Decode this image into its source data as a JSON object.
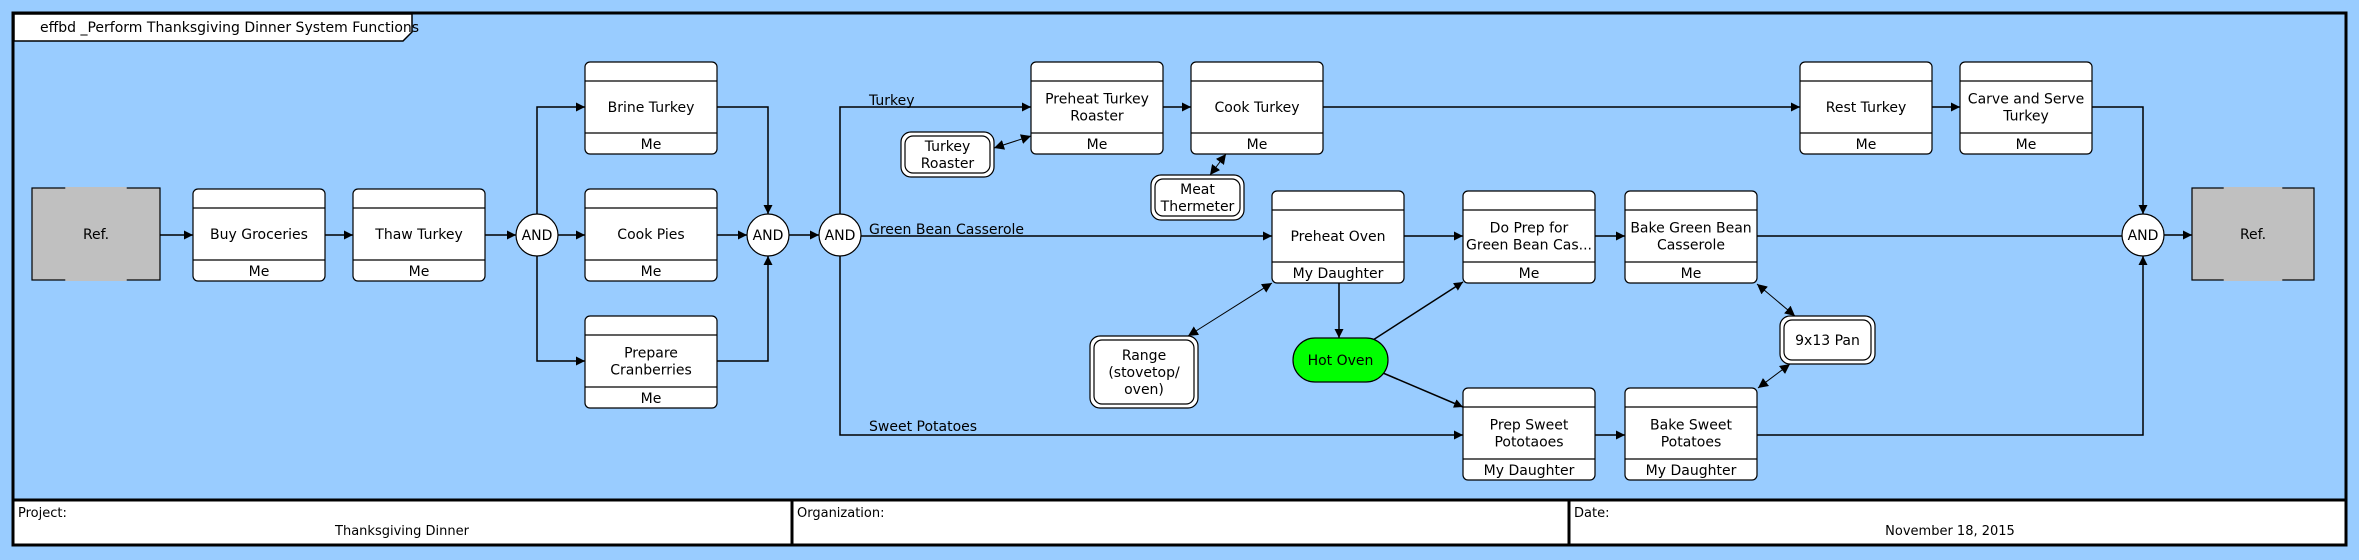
{
  "diagram": {
    "title": "effbd _Perform Thanksgiving Dinner System Functions",
    "background_color": "#99ccff",
    "item_color": "#00ff00",
    "ref_color": "#c0c0c0"
  },
  "refs": [
    {
      "id": "ref-start",
      "label": "Ref."
    },
    {
      "id": "ref-end",
      "label": "Ref."
    }
  ],
  "gates": [
    {
      "id": "and-1",
      "label": "AND"
    },
    {
      "id": "and-2",
      "label": "AND"
    },
    {
      "id": "and-3",
      "label": "AND"
    },
    {
      "id": "and-4",
      "label": "AND"
    }
  ],
  "functions": [
    {
      "id": "buy-groceries",
      "lines": [
        "Buy Groceries"
      ],
      "performer": "Me"
    },
    {
      "id": "thaw-turkey",
      "lines": [
        "Thaw Turkey"
      ],
      "performer": "Me"
    },
    {
      "id": "brine-turkey",
      "lines": [
        "Brine Turkey"
      ],
      "performer": "Me"
    },
    {
      "id": "cook-pies",
      "lines": [
        "Cook Pies"
      ],
      "performer": "Me"
    },
    {
      "id": "prepare-cranberries",
      "lines": [
        "Prepare",
        "Cranberries"
      ],
      "performer": "Me"
    },
    {
      "id": "preheat-turkey-roaster",
      "lines": [
        "Preheat Turkey",
        "Roaster"
      ],
      "performer": "Me"
    },
    {
      "id": "cook-turkey",
      "lines": [
        "Cook Turkey"
      ],
      "performer": "Me"
    },
    {
      "id": "rest-turkey",
      "lines": [
        "Rest Turkey"
      ],
      "performer": "Me"
    },
    {
      "id": "carve-and-serve-turkey",
      "lines": [
        "Carve and Serve",
        "Turkey"
      ],
      "performer": "Me"
    },
    {
      "id": "preheat-oven",
      "lines": [
        "Preheat Oven"
      ],
      "performer": "My Daughter"
    },
    {
      "id": "do-prep-green-bean",
      "lines": [
        "Do Prep for",
        "Green Bean Cas..."
      ],
      "performer": "Me"
    },
    {
      "id": "bake-green-bean-casserole",
      "lines": [
        "Bake Green Bean",
        "Casserole"
      ],
      "performer": "Me"
    },
    {
      "id": "prep-sweet-potatoes",
      "lines": [
        "Prep Sweet",
        "Pototaoes"
      ],
      "performer": "My Daughter"
    },
    {
      "id": "bake-sweet-potatoes",
      "lines": [
        "Bake Sweet",
        "Potatoes"
      ],
      "performer": "My Daughter"
    }
  ],
  "resources": [
    {
      "id": "turkey-roaster",
      "lines": [
        "Turkey",
        "Roaster"
      ]
    },
    {
      "id": "meat-thermeter",
      "lines": [
        "Meat",
        "Thermeter"
      ]
    },
    {
      "id": "range",
      "lines": [
        "Range",
        "(stovetop/",
        "oven)"
      ]
    },
    {
      "id": "9x13-pan",
      "lines": [
        "9x13 Pan"
      ]
    }
  ],
  "items": [
    {
      "id": "hot-oven",
      "label": "Hot Oven"
    }
  ],
  "branch_labels": {
    "turkey": "Turkey",
    "green_bean": "Green Bean Casserole",
    "sweet_potatoes": "Sweet Potatoes"
  },
  "footer": {
    "project_label": "Project:",
    "project_value": "Thanksgiving Dinner",
    "organization_label": "Organization:",
    "organization_value": "",
    "date_label": "Date:",
    "date_value": "November 18, 2015"
  }
}
